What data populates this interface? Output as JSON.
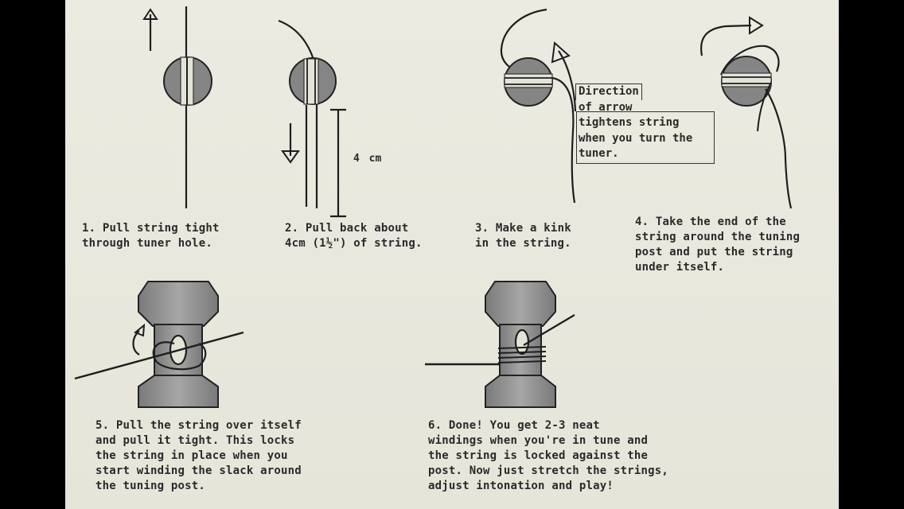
{
  "steps": [
    {
      "number": "1.",
      "text": "Pull string tight\nthrough tuner hole."
    },
    {
      "number": "2.",
      "text": "Pull back about\n4cm (1½\") of string."
    },
    {
      "number": "3.",
      "text": "Make a kink\nin the string."
    },
    {
      "number": "4.",
      "text": "Take the end of the\nstring around the tuning\npost and put the string\nunder itself."
    },
    {
      "number": "5.",
      "text": "Pull the string over itself\nand pull it tight. This locks\nthe string in place when you\nstart winding the slack around\nthe tuning post."
    },
    {
      "number": "6.",
      "text": "Done! You get 2-3 neat\nwindings when you're in tune and\nthe string is locked against the\npost. Now just stretch the strings,\nadjust intonation and play!"
    }
  ],
  "measure_label": "4 cm",
  "note": {
    "line1": "Direction",
    "rest": "of arrow\ntightens string\nwhen you turn the\ntuner."
  },
  "colors": {
    "panel_bg": "#ecebe1",
    "post_fill": "#8a8a8a",
    "post_fill_light": "#a3a3a3",
    "line": "#1e1e1e"
  },
  "icons": [
    "up-arrow-icon",
    "down-arrow-icon",
    "curved-arrow-icon",
    "tuner-post-icon",
    "tuner-peg-icon"
  ]
}
